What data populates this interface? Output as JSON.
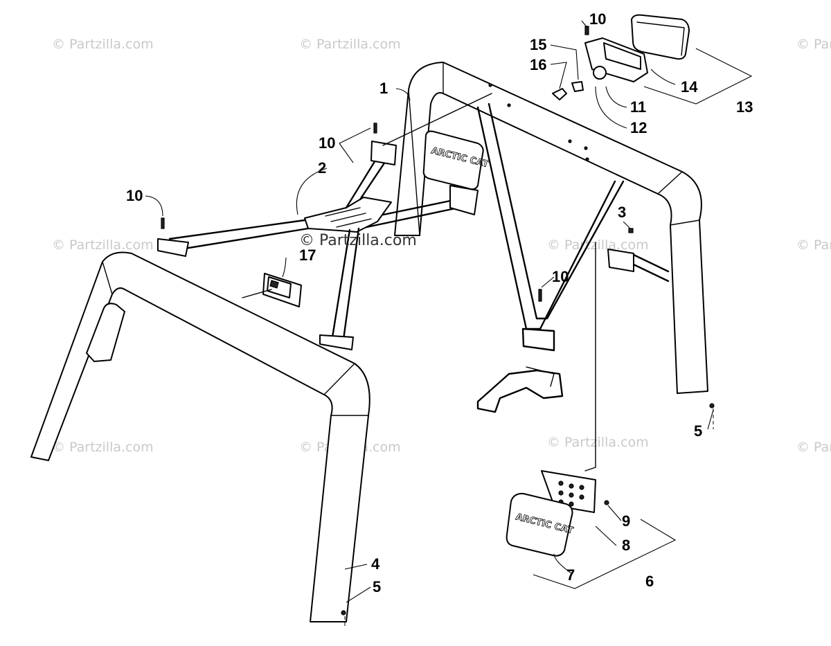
{
  "watermark": {
    "text": "© Partzilla.com",
    "center_text": "© Partzilla.com"
  },
  "logo": {
    "text": "ARCTIC CAT"
  },
  "callouts": {
    "c1": "1",
    "c2": "2",
    "c3": "3",
    "c4": "4",
    "c5a": "5",
    "c5b": "5",
    "c6": "6",
    "c7": "7",
    "c8": "8",
    "c9": "9",
    "c10a": "10",
    "c10b": "10",
    "c10c": "10",
    "c10d": "10",
    "c11": "11",
    "c12": "12",
    "c13": "13",
    "c14": "14",
    "c15": "15",
    "c16": "16",
    "c17": "17"
  }
}
